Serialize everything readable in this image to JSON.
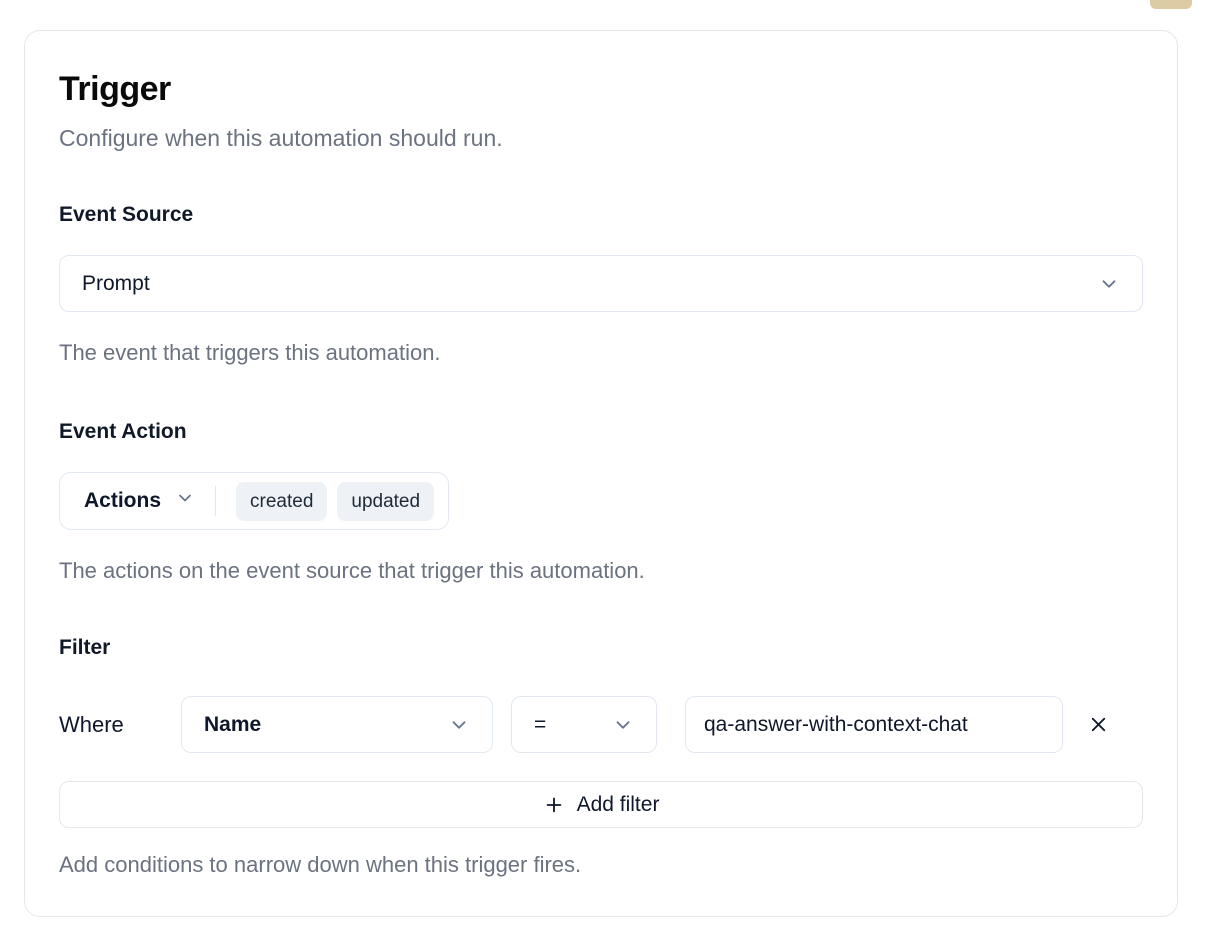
{
  "colors": {
    "card_border": "#e5e7eb",
    "input_border": "#e2e8f0",
    "muted_text": "#6b7280",
    "dark_text": "#0f172a",
    "chip_bg": "#eef1f6",
    "partial_element": "#ddcba4"
  },
  "trigger": {
    "title": "Trigger",
    "subtitle": "Configure when this automation should run.",
    "event_source": {
      "label": "Event Source",
      "value": "Prompt",
      "help": "The event that triggers this automation."
    },
    "event_action": {
      "label": "Event Action",
      "dropdown_label": "Actions",
      "chips": [
        "created",
        "updated"
      ],
      "help": "The actions on the event source that trigger this automation."
    },
    "filter": {
      "label": "Filter",
      "where_label": "Where",
      "field_value": "Name",
      "operator_value": "=",
      "value": "qa-answer-with-context-chat",
      "add_filter_label": "Add filter",
      "help": "Add conditions to narrow down when this trigger fires."
    }
  }
}
